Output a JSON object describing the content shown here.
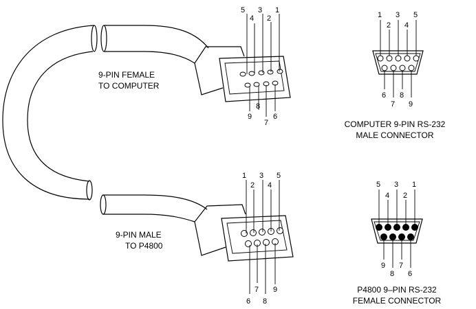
{
  "labels": {
    "female_to_computer": [
      "9-PIN FEMALE",
      "TO COMPUTER"
    ],
    "male_to_p4800": [
      "9-PIN MALE",
      "TO P4800"
    ],
    "computer_connector": [
      "COMPUTER 9-PIN RS-232",
      "MALE CONNECTOR"
    ],
    "p4800_connector": [
      "P4800 9–PIN RS-232",
      "FEMALE CONNECTOR"
    ]
  },
  "pins": {
    "top_row_desc": [
      "5",
      "4",
      "3",
      "2",
      "1"
    ],
    "bottom_row_desc": [
      "9",
      "8",
      "7",
      "6"
    ],
    "top_row_asc": [
      "1",
      "2",
      "3",
      "4",
      "5"
    ],
    "bottom_row_asc": [
      "6",
      "7",
      "8",
      "9"
    ]
  }
}
